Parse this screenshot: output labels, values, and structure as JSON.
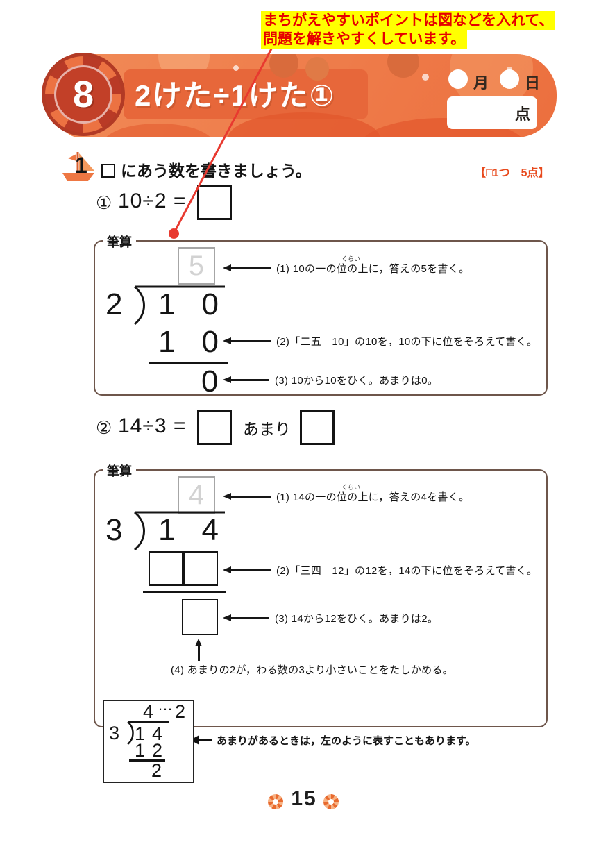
{
  "annotation": {
    "line1": "まちがえやすいポイントは図などを入れて、",
    "line2": "問題を解きやすくしています。"
  },
  "header": {
    "badge_number": "8",
    "title": "2けた÷1けた①",
    "month_label": "月",
    "day_label": "日",
    "points_label": "点"
  },
  "section": {
    "number": "1",
    "instruction": "にあう数を書きましょう。",
    "scoring_note": "【□1つ　5点】"
  },
  "problem1": {
    "number": "①",
    "expression": "10÷2 =",
    "worksheet_label": "筆算",
    "furigana": "くらい",
    "division": {
      "quotient_hint": "5",
      "divisor": "2",
      "dividend": "10",
      "product": "10",
      "remainder": "0"
    },
    "steps": [
      "(1) 10の一の位の上に，答えの5を書く。",
      "(2)「二五　10」の10を，10の下に位をそろえて書く。",
      "(3) 10から10をひく。あまりは0。"
    ]
  },
  "problem2": {
    "number": "②",
    "expression": "14÷3 =",
    "remainder_label": "あまり",
    "worksheet_label": "筆算",
    "furigana": "くらい",
    "division": {
      "quotient_hint": "4",
      "divisor": "3",
      "dividend": "14"
    },
    "steps": [
      "(1) 14の一の位の上に，答えの4を書く。",
      "(2)「三四　12」の12を，14の下に位をそろえて書く。",
      "(3) 14から12をひく。あまりは2。",
      "(4) あまりの2が，わる数の3より小さいことをたしかめる。"
    ],
    "example": {
      "quotient": "4",
      "dots": "…",
      "remainder": "2",
      "divisor": "3",
      "dividend": "14",
      "product": "12",
      "final_remainder": "2",
      "note": "あまりがあるときは，左のように表すこともあります。"
    }
  },
  "footer": {
    "page_number": "15"
  }
}
